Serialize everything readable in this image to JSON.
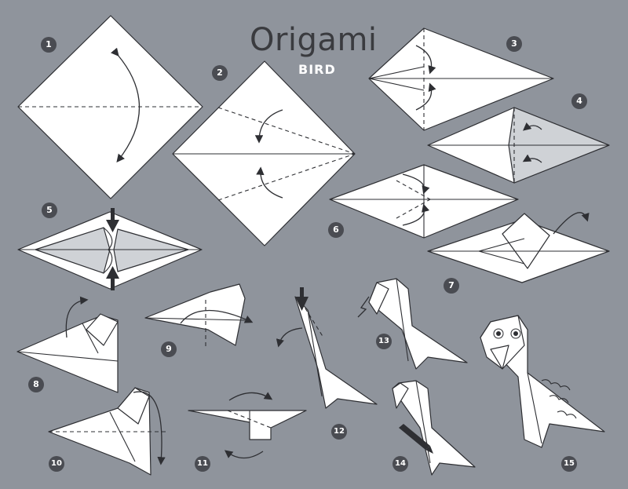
{
  "header": {
    "title": "Origami",
    "subtitle": "BIRD"
  },
  "steps": [
    {
      "n": "1"
    },
    {
      "n": "2"
    },
    {
      "n": "3"
    },
    {
      "n": "4"
    },
    {
      "n": "5"
    },
    {
      "n": "6"
    },
    {
      "n": "7"
    },
    {
      "n": "8"
    },
    {
      "n": "9"
    },
    {
      "n": "10"
    },
    {
      "n": "11"
    },
    {
      "n": "12"
    },
    {
      "n": "13"
    },
    {
      "n": "14"
    },
    {
      "n": "15"
    }
  ],
  "colors": {
    "background": "#8f949c",
    "paper": "#ffffff",
    "paper_shaded": "#cfd2d6",
    "ink": "#2e2f33",
    "badge": "#4a4c52"
  },
  "icons": [
    "fold-arrow-icon",
    "push-arrow-icon",
    "pencil-icon",
    "bird-eye-icon"
  ]
}
